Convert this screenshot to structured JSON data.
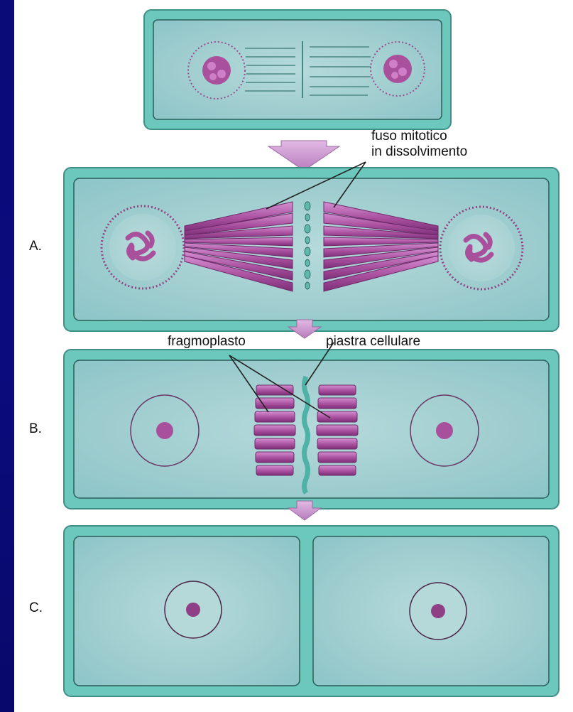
{
  "labels": {
    "spindle_line1": "fuso mitotico",
    "spindle_line2": "in dissolvimento",
    "phragmoplast": "fragmoplasto",
    "cell_plate": "piastra cellulare"
  },
  "panels": {
    "a": "A.",
    "b": "B.",
    "c": "C."
  },
  "colors": {
    "slide_background": "#0a0a78",
    "cell_wall": "#6cc7bd",
    "cytoplasm": "#a4ced0",
    "chromatin": "#a8509c",
    "arrow": "#c58fc9",
    "canvas": "#ffffff"
  }
}
